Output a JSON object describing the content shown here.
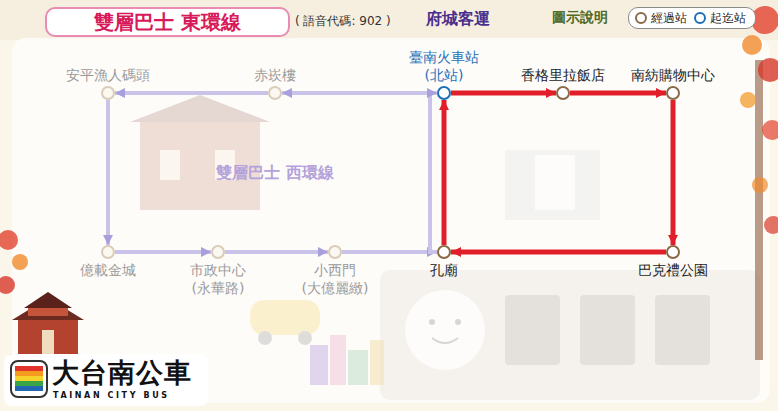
{
  "diagram": {
    "title": "雙層巴士 東環線",
    "nodes": [
      {
        "text": [
          "安平漁人碼頭"
        ]
      },
      {
        "text": [
          "赤崁樓"
        ]
      },
      {
        "text": [
          "臺南火車站 (北站)"
        ]
      },
      {
        "text": [
          "香格里拉飯店"
        ]
      },
      {
        "text": [
          "南紡購物中心"
        ]
      },
      {
        "text": [
          "億載金城"
        ]
      },
      {
        "text": [
          "市政中心 (永華路)"
        ]
      },
      {
        "text": [
          "小西門 (大億麗緻)"
        ]
      },
      {
        "text": [
          "孔廟"
        ]
      },
      {
        "text": [
          "巴克禮公園"
        ]
      }
    ],
    "edges": [
      {
        "from": 2,
        "to": 3,
        "arrow": "to"
      },
      {
        "from": 3,
        "to": 4,
        "arrow": "to"
      },
      {
        "from": 4,
        "to": 9,
        "arrow": "to"
      },
      {
        "from": 9,
        "to": 8,
        "arrow": "to"
      },
      {
        "from": 8,
        "to": 2,
        "arrow": "to"
      },
      {
        "from": 2,
        "to": 1,
        "arrow": "to"
      },
      {
        "from": 1,
        "to": 0,
        "arrow": "to"
      },
      {
        "from": 0,
        "to": 5,
        "arrow": "to"
      },
      {
        "from": 5,
        "to": 6,
        "arrow": "to"
      },
      {
        "from": 6,
        "to": 7,
        "arrow": "to"
      },
      {
        "from": 7,
        "to": 8,
        "arrow": "to"
      },
      {
        "from": 8,
        "to": 2,
        "arrow": "to"
      }
    ],
    "labels": [
      "( 語音代碼: 902 )",
      "府城客運",
      "圖示說明",
      "雙層巴士 西環線",
      "大台南公車",
      "TAINAN CITY BUS"
    ],
    "legend": [
      {
        "text": "經過站"
      },
      {
        "text": "起迄站"
      }
    ]
  }
}
